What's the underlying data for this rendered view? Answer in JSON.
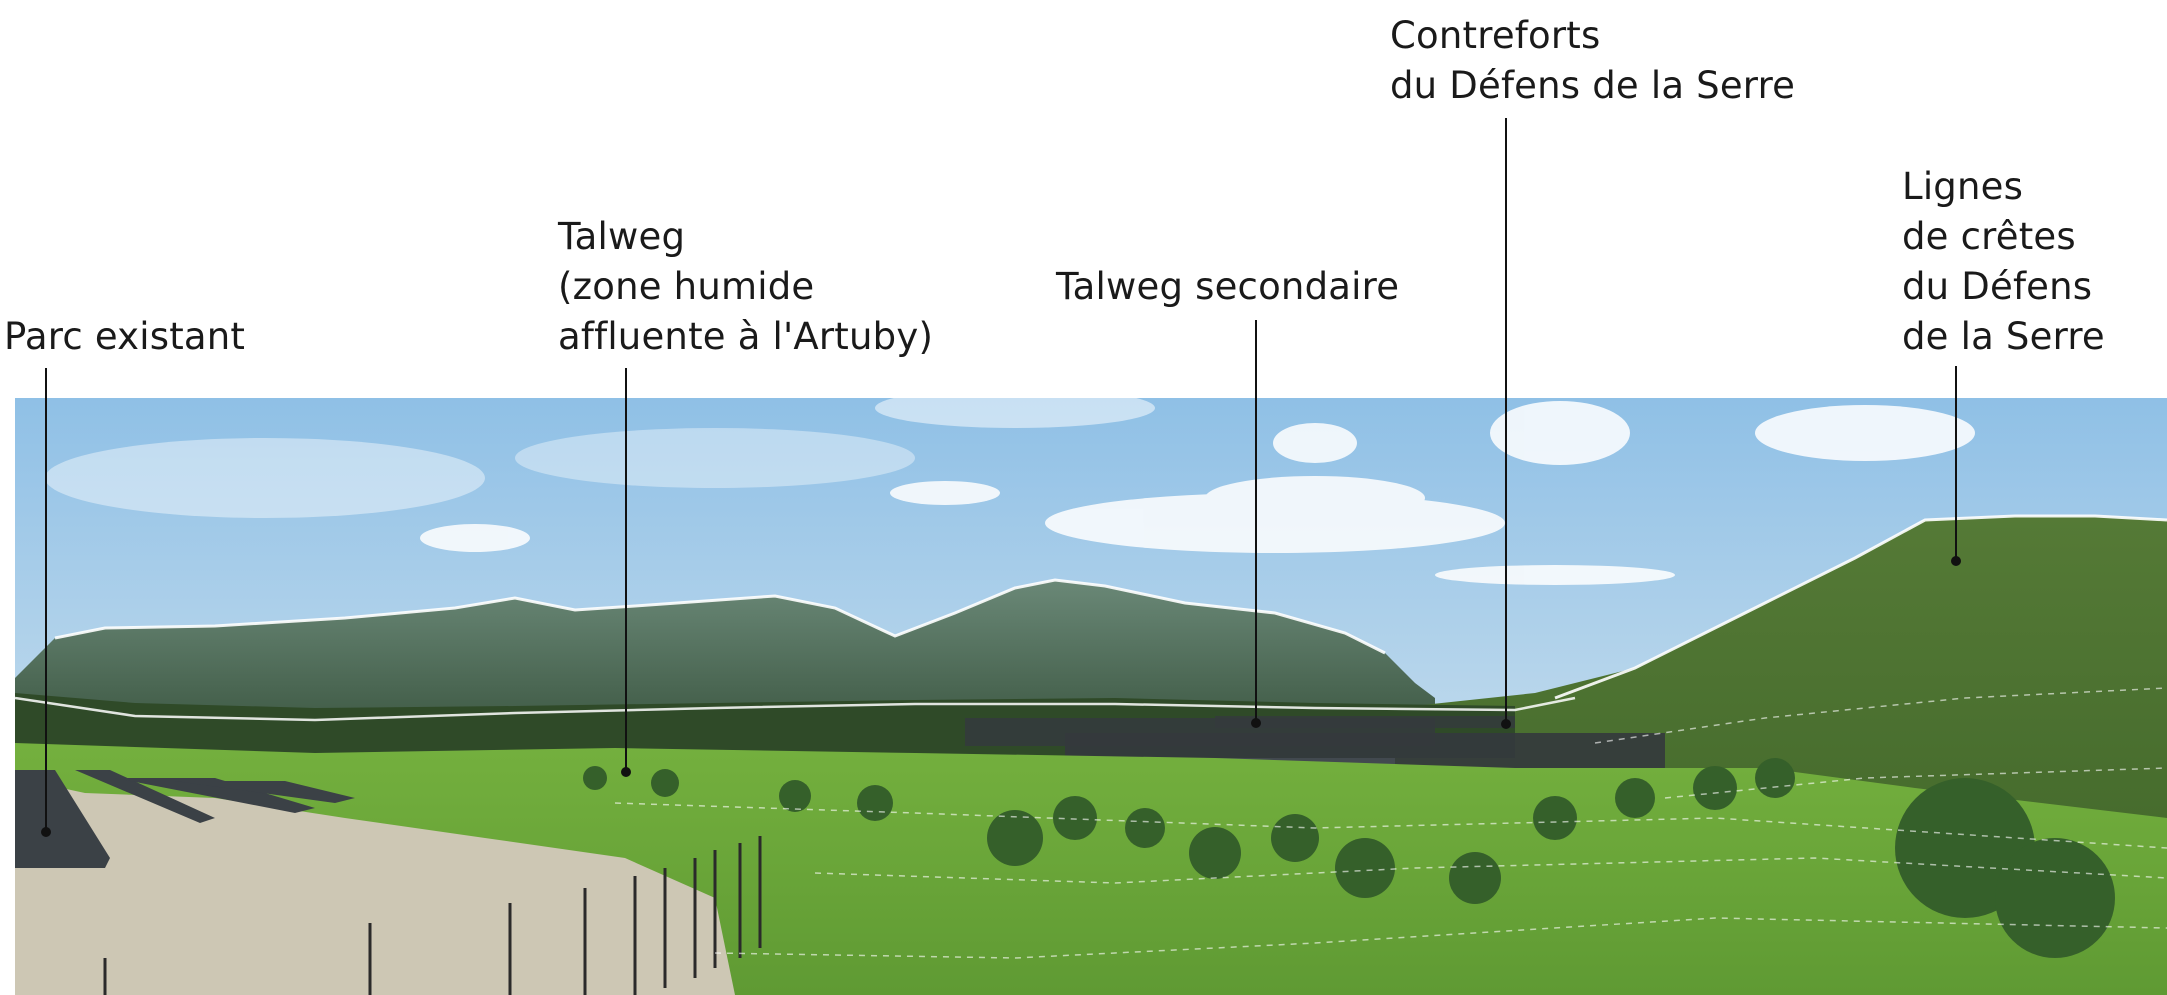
{
  "annotations": {
    "parc_existant": "Parc existant",
    "talweg": "Talweg\n(zone humide\naffluente à l'Artuby)",
    "talweg_secondaire": "Talweg secondaire",
    "contreforts": "Contreforts\ndu Défens de la Serre",
    "lignes_cretes": "Lignes\nde crêtes\ndu Défens\nde la Serre"
  },
  "colors": {
    "sky_top": "#8fc0e6",
    "sky_bottom": "#dcebf4",
    "mountain": "#4f6f5a",
    "meadow": "#6fa83c",
    "forest": "#2f4a28",
    "ridge_line": "#ffffff",
    "label_text": "#1a1a1a"
  }
}
